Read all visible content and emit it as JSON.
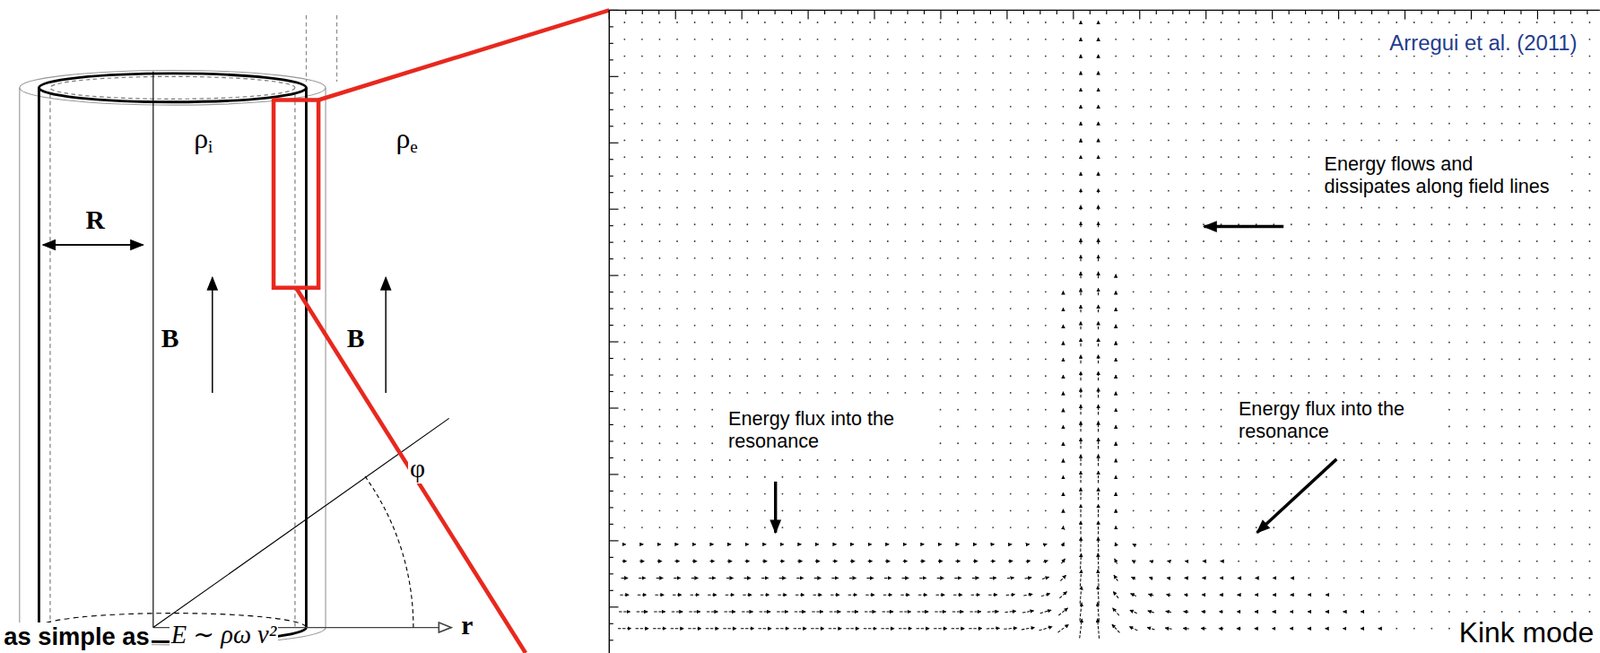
{
  "diagram": {
    "labels": [
      "ρi",
      "ρe",
      "B",
      "B",
      "R",
      "φ",
      "r",
      "as simple as",
      "E ∼ ρω v²",
      "Arregui et al. (2011)",
      "Energy flows and dissipates along field lines",
      "Energy flux into the resonance",
      "Energy flux into the resonance",
      "Kink mode"
    ]
  }
}
